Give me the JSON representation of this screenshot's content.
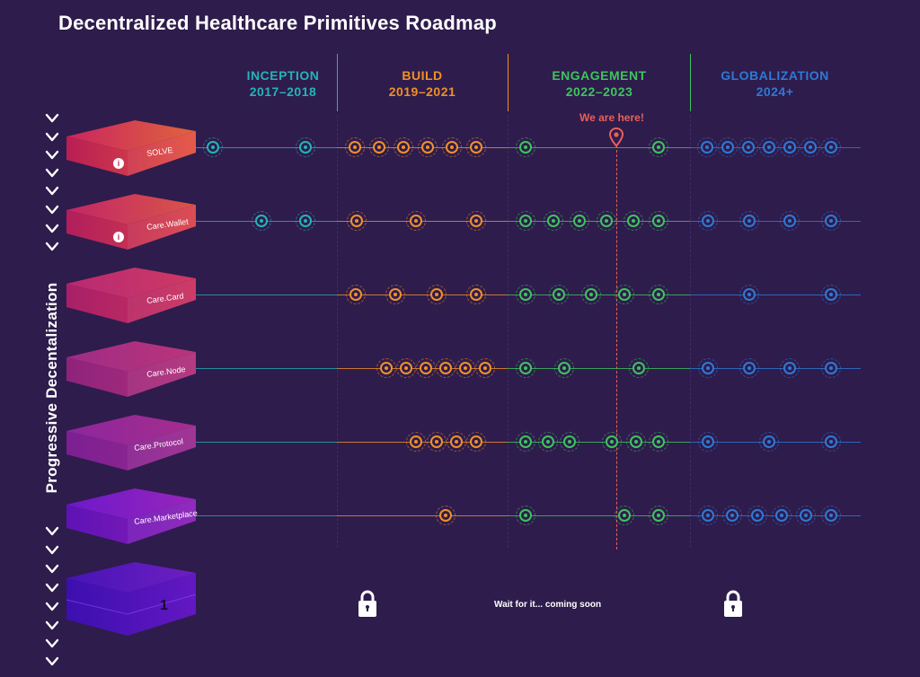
{
  "title": "Decentralized Healthcare Primitives Roadmap",
  "phases": [
    {
      "name": "INCEPTION",
      "years": "2017–2018",
      "color": "#25b3b7"
    },
    {
      "name": "BUILD",
      "years": "2019–2021",
      "color": "#f0902a"
    },
    {
      "name": "ENGAGEMENT",
      "years": "2022–2023",
      "color": "#3fc35e"
    },
    {
      "name": "GLOBALIZATION",
      "years": "2024+",
      "color": "#2f79d4"
    }
  ],
  "marker": {
    "label": "We are here!",
    "color": "#e8605a"
  },
  "vertical_label": "Progressive Decentalization",
  "products": [
    {
      "label": "SOLVE",
      "info_icon": true
    },
    {
      "label": "Care.Wallet",
      "info_icon": true
    },
    {
      "label": "Care.Card",
      "info_icon": false
    },
    {
      "label": "Care.Node",
      "info_icon": false
    },
    {
      "label": "Care.Protocol",
      "info_icon": false
    },
    {
      "label": "Care.Marketplace",
      "info_icon": false
    }
  ],
  "locked": {
    "message": "Wait for it... coming soon",
    "box_glyph": "1"
  },
  "icons": {
    "chevron": "chevron-down-icon",
    "lock": "lock-icon",
    "pin": "map-pin-icon",
    "info": "info-icon"
  }
}
